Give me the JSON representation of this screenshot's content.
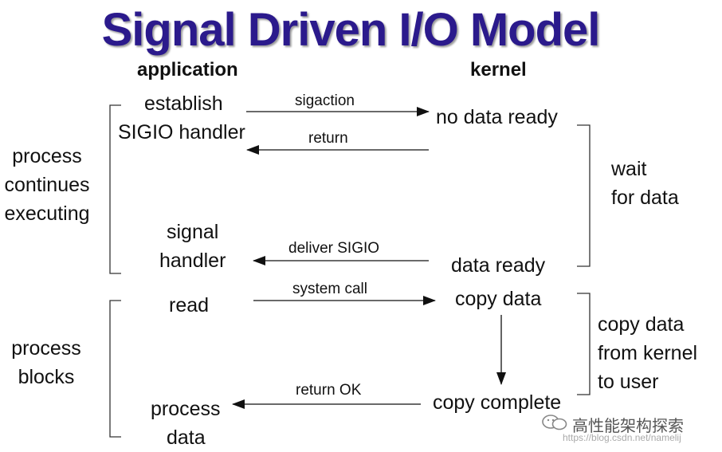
{
  "title": "Signal Driven I/O Model",
  "headers": {
    "application": "application",
    "kernel": "kernel"
  },
  "app": {
    "establish": "establish",
    "sigio_handler": "SIGIO handler",
    "signal": "signal",
    "handler": "handler",
    "read": "read",
    "process": "process",
    "data": "data"
  },
  "kernel": {
    "no_data_ready": "no data ready",
    "data_ready": "data ready",
    "copy_data": "copy data",
    "copy_complete": "copy complete"
  },
  "arrows": {
    "sigaction": "sigaction",
    "return": "return",
    "deliver_sigio": "deliver SIGIO",
    "system_call": "system call",
    "return_ok": "return OK"
  },
  "left_labels": {
    "continues": [
      "process",
      "continues",
      "executing"
    ],
    "blocks": [
      "process",
      "blocks"
    ]
  },
  "right_labels": {
    "wait": [
      "wait",
      "for data"
    ],
    "copy": [
      "copy data",
      "from kernel",
      "to user"
    ]
  },
  "watermark": {
    "name": "高性能架构探索",
    "url": "https://blog.csdn.net/namelij"
  },
  "colors": {
    "title": "#2b1a8c",
    "text": "#111111"
  }
}
